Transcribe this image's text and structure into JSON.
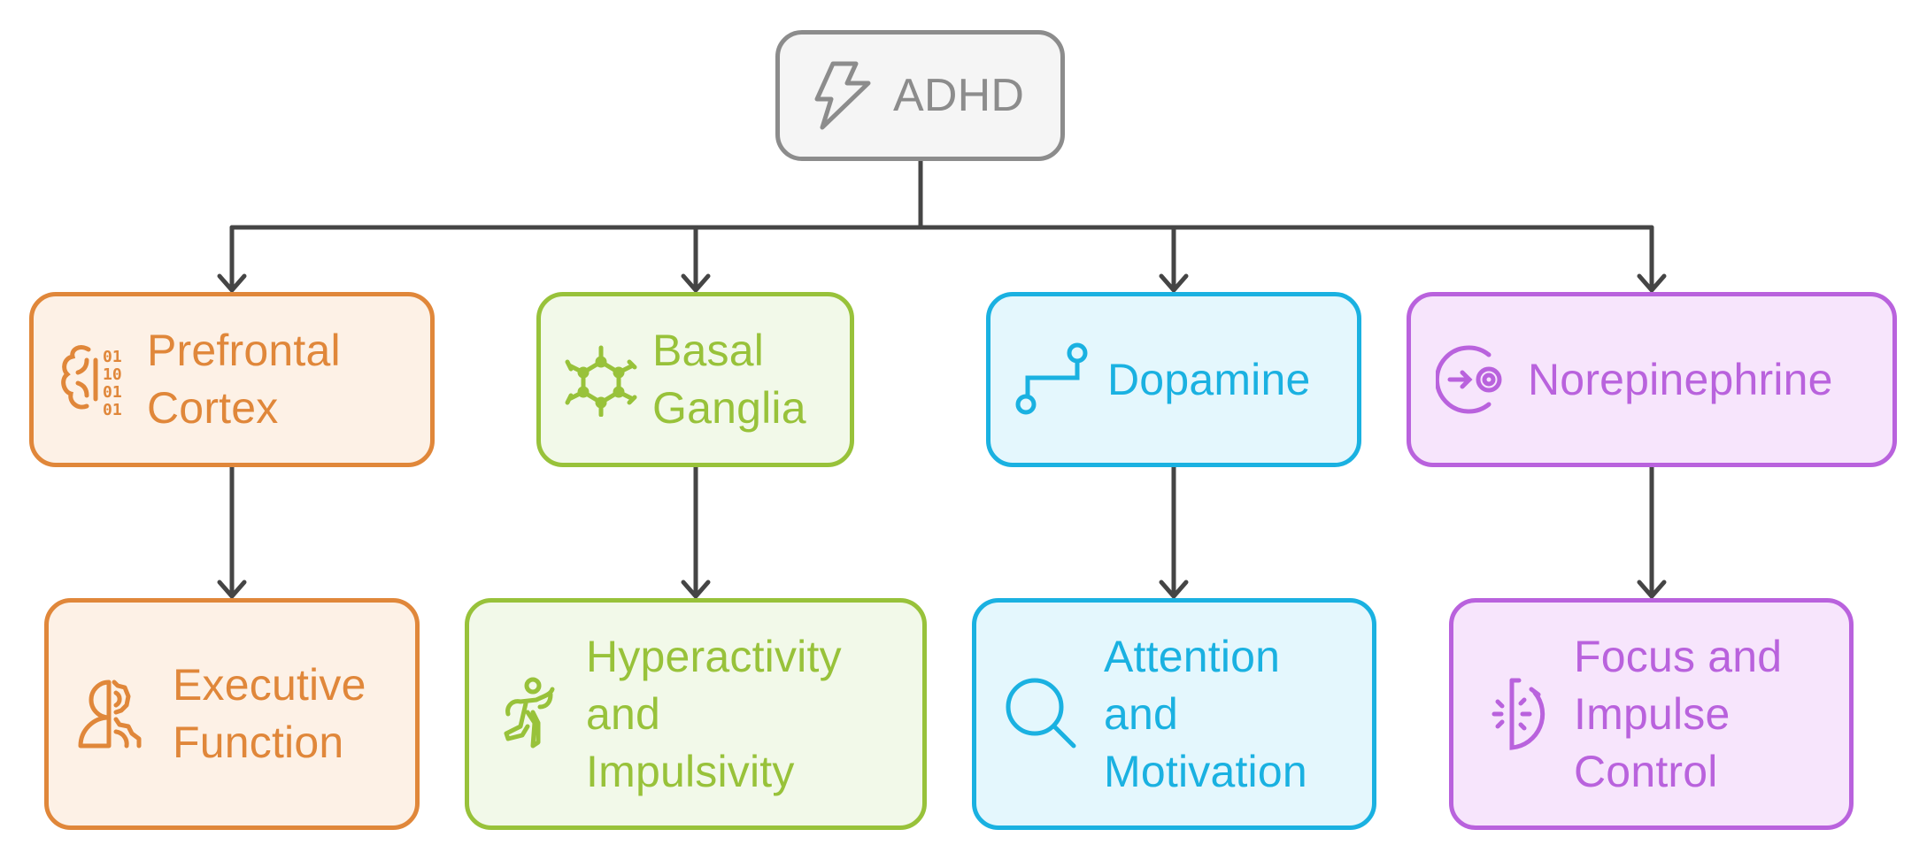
{
  "diagram": {
    "type": "hierarchy",
    "root": {
      "id": "adhd",
      "label": "ADHD",
      "icon": "lightning-bolt-icon",
      "color": "#8c8c8c"
    },
    "branches": [
      {
        "id": "prefrontal",
        "label": "Prefrontal\nCortex",
        "icon": "brain-binary-icon",
        "color": "#e0873a",
        "fill": "#fdf1e6",
        "child": {
          "id": "executive",
          "label": "Executive\nFunction",
          "icon": "head-gears-icon"
        }
      },
      {
        "id": "basal",
        "label": "Basal\nGanglia",
        "icon": "molecule-icon",
        "color": "#98c23a",
        "fill": "#f2f9e9",
        "child": {
          "id": "hyper",
          "label": "Hyperactivity\nand\nImpulsivity",
          "icon": "running-person-icon"
        }
      },
      {
        "id": "dopamine",
        "label": "Dopamine",
        "icon": "pathway-icon",
        "color": "#1ab1e1",
        "fill": "#e4f7fd",
        "child": {
          "id": "attention",
          "label": "Attention\nand\nMotivation",
          "icon": "magnifier-icon"
        }
      },
      {
        "id": "norepi",
        "label": "Norepinephrine",
        "icon": "target-focus-icon",
        "color": "#b962dd",
        "fill": "#f7e5fc",
        "child": {
          "id": "focus",
          "label": "Focus and\nImpulse\nControl",
          "icon": "stopwatch-icon"
        }
      }
    ],
    "connector_color": "#454545"
  }
}
